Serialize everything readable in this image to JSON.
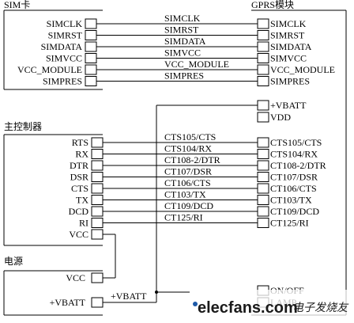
{
  "blocks": {
    "sim": {
      "title": "SIM卡"
    },
    "gprs": {
      "title": "GPRS模块"
    },
    "controller": {
      "title": "主控制器"
    },
    "power": {
      "title": "电源"
    }
  },
  "sim_pins": [
    "SIMCLK",
    "SIMRST",
    "SIMDATA",
    "SIMVCC",
    "VCC_MODULE",
    "SIMPRES"
  ],
  "sim_wires": [
    "SIMCLK",
    "SIMRST",
    "SIMDATA",
    "SIMVCC",
    "VCC_MODULE",
    "SIMPRES"
  ],
  "gprs_sim_pins": [
    "SIMCLK",
    "SIMRST",
    "SIMDATA",
    "SIMVCC",
    "VCC_MODULE",
    "SIMPRES"
  ],
  "gprs_power_pins": [
    "+VBATT",
    "VDD"
  ],
  "ctrl_pins": [
    "RTS",
    "RX",
    "DTR",
    "DSR",
    "CTS",
    "TX",
    "DCD",
    "RI",
    "VCC"
  ],
  "ctrl_wires": [
    "CTS105/CTS",
    "CTS104/RX",
    "CT108-2/DTR",
    "CT107/DSR",
    "CT106/CTS",
    "CT103/TX",
    "CT109/DCD",
    "CT125/RI"
  ],
  "gprs_ctrl_pins": [
    "CTS105/CTS",
    "CTS104/RX",
    "CT108-2/DTR",
    "CT107/DSR",
    "CT106/CTS",
    "CT103/TX",
    "CT109/DCD",
    "CT125/RI"
  ],
  "power_pins": [
    "VCC",
    "+VBATT"
  ],
  "power_wire_label": "+VBATT",
  "gprs_bottom_pins": [
    "ON/OFF",
    "LAMP"
  ],
  "watermark": {
    "site": "elecfans.com",
    "cn": "电子发烧友"
  },
  "colors": {
    "line": "#000000",
    "watermark_dark": "#1a1a1a",
    "watermark_blue": "#1e5aa8"
  }
}
